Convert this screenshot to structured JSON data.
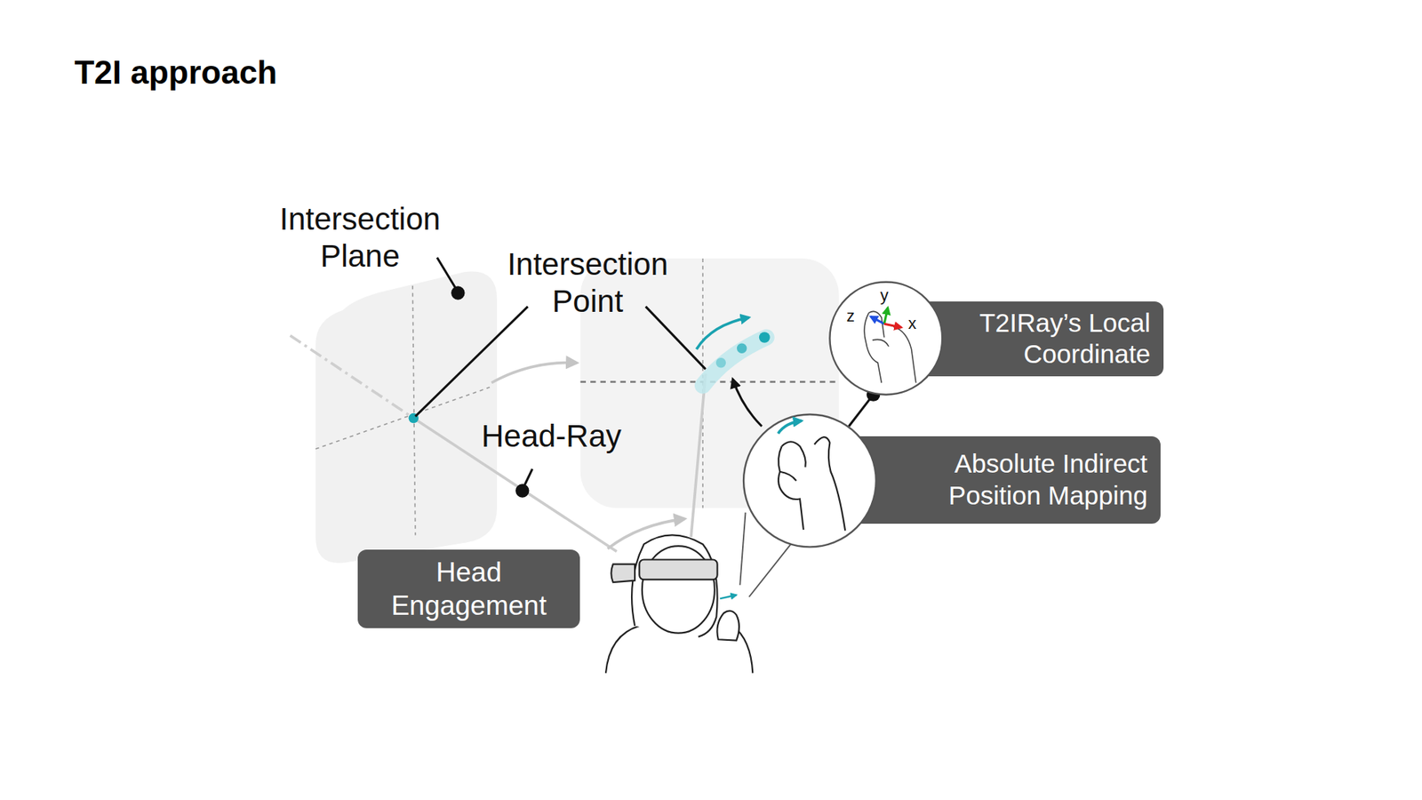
{
  "diagram": {
    "title": "T2I approach",
    "nodes": [
      {
        "text": [
          "T2IRay’s Local Coordinate"
        ]
      },
      {
        "text": [
          "Absolute Indirect Position Mapping"
        ]
      },
      {
        "text": [
          "Head Engagement"
        ]
      }
    ],
    "labels": [
      "Intersection Plane",
      "Intersection Point",
      "Head-Ray",
      "z",
      "y",
      "x"
    ]
  }
}
